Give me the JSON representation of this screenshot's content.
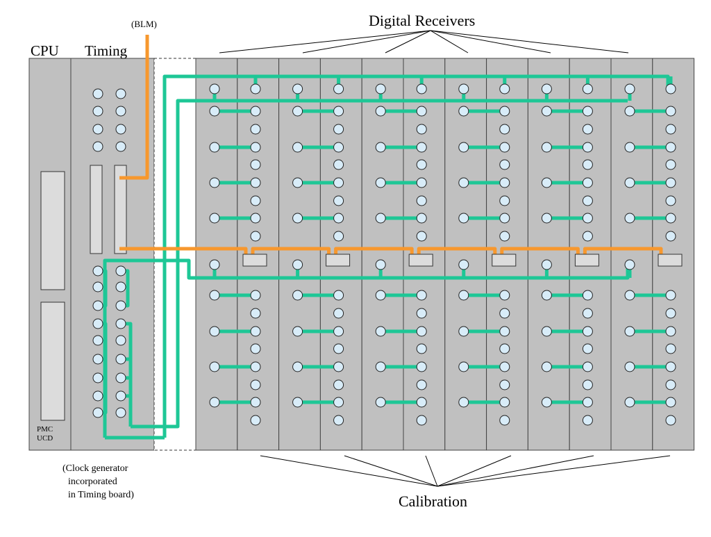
{
  "labels": {
    "digital_receivers": "Digital Receivers",
    "calibration": "Calibration",
    "cpu": "CPU",
    "timing": "Timing",
    "blm": "(BLM)",
    "pmc": "PMC",
    "ucd": "UCD",
    "note": [
      "(Clock generator",
      "incorporated",
      "in Timing board)"
    ]
  },
  "colors": {
    "board": "#c0c0c0",
    "board_edge": "#444444",
    "connector": "#d8ecf8",
    "green_wire": "#1ec796",
    "orange_wire": "#f7982e",
    "slot_box": "#dcdcdc"
  },
  "crate": {
    "receiver_boards": 12
  }
}
